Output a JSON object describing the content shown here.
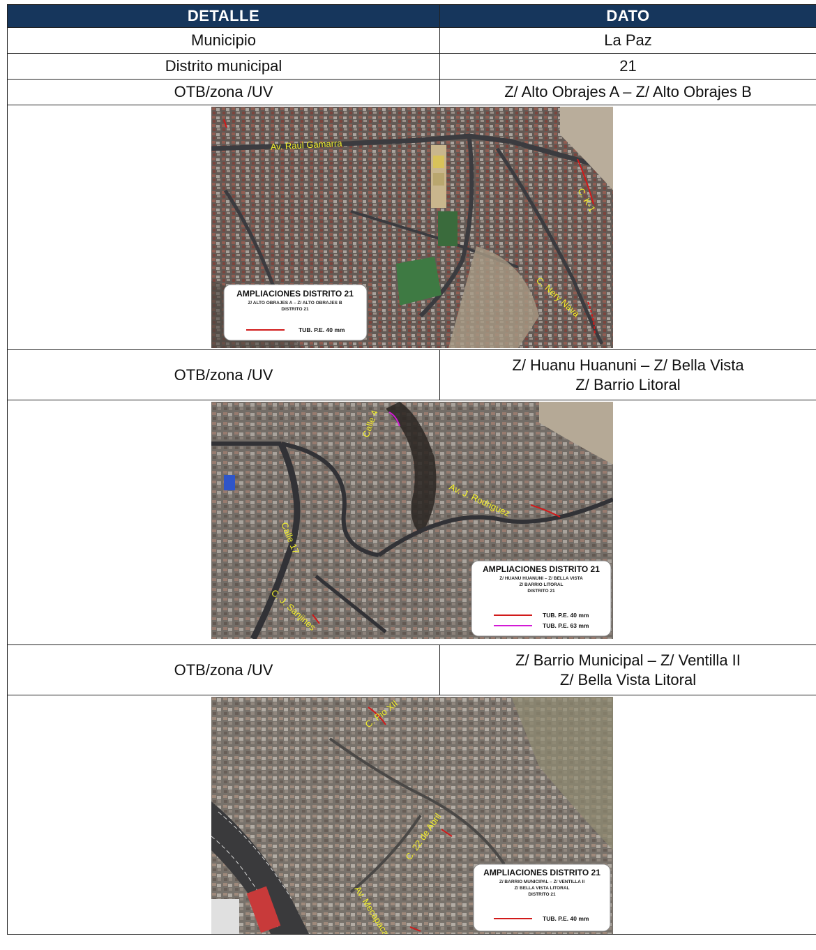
{
  "header": {
    "col1": "DETALLE",
    "col2": "DATO"
  },
  "rows": [
    {
      "label": "Municipio",
      "value": "La Paz"
    },
    {
      "label": "Distrito municipal",
      "value": "21"
    },
    {
      "label": "OTB/zona /UV",
      "value": "Z/ Alto Obrajes A – Z/ Alto Obrajes B"
    }
  ],
  "sections": [
    {
      "label": "OTB/zona /UV",
      "value_line1": "Z/ Huanu Huanuni – Z/ Bella Vista",
      "value_line2": "Z/ Barrio Litoral"
    },
    {
      "label": "OTB/zona /UV",
      "value_line1": "Z/ Barrio Municipal – Z/ Ventilla II",
      "value_line2": "Z/ Bella Vista Litoral"
    }
  ],
  "maps": [
    {
      "street_labels": [
        "Av. Raul Gamarra",
        "C. K-1",
        "C. Nery Nava"
      ],
      "legend_title": "AMPLIACIONES DISTRITO 21",
      "legend_sub1": "Z/ ALTO OBRAJES A – Z/ ALTO OBRAJES B",
      "legend_sub2": "DISTRITO 21",
      "legend_tub1": "TUB. P.E. 40 mm"
    },
    {
      "street_labels": [
        "Calle 4",
        "Av. J. Rodriguez",
        "Calle 17",
        "C. J. Sanjines"
      ],
      "legend_title": "AMPLIACIONES DISTRITO 21",
      "legend_sub1": "Z/ HUANU HUANUNI – Z/ BELLA VISTA",
      "legend_sub2": "Z/ BARRIO LITORAL",
      "legend_sub3": "DISTRITO 21",
      "legend_tub1": "TUB. P.E. 40 mm",
      "legend_tub2": "TUB. P.E. 63 mm"
    },
    {
      "street_labels": [
        "C. Pio XII",
        "C. 22 de Abril",
        "Av. Mecapaca"
      ],
      "legend_title": "AMPLIACIONES DISTRITO 21",
      "legend_sub1": "Z/ BARRIO MUNICIPAL – Z/ VENTILLA II",
      "legend_sub2": "Z/ BELLA VISTA LITORAL",
      "legend_sub3": "DISTRITO 21",
      "legend_tub1": "TUB. P.E. 40 mm"
    }
  ],
  "colors": {
    "header_bg": "#16365c",
    "pipe_40": "#d11a1a",
    "pipe_63": "#d21ad6",
    "label_yellow": "#f2ef2a"
  }
}
